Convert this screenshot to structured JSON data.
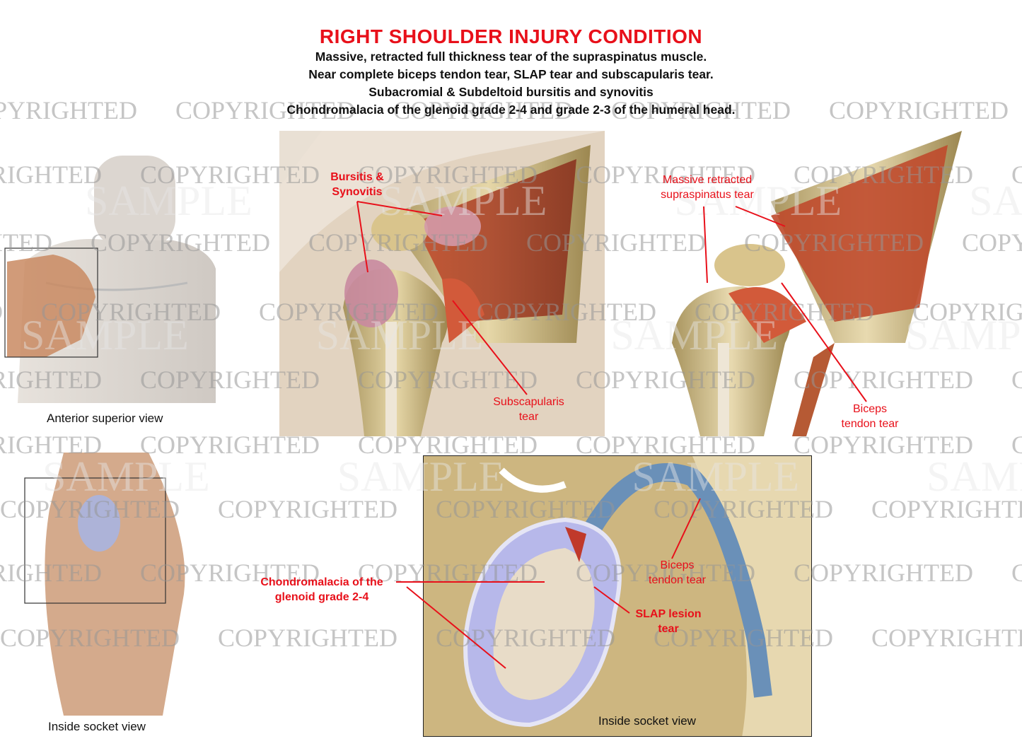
{
  "header": {
    "title": "RIGHT SHOULDER INJURY CONDITION",
    "lines": [
      "Massive, retracted full thickness tear of the supraspinatus muscle.",
      "Near complete biceps tendon tear, SLAP tear and subscapularis tear.",
      "Subacromial & Subdeltoid bursitis and synovitis",
      "Chondromalacia of the glenoid grade 2-4 and grade 2-3 of the humeral head."
    ]
  },
  "panels": {
    "anterior_figure": {
      "caption": "Anterior superior view"
    },
    "shoulder_left": {
      "labels": {
        "bursitis": "Bursitis &\nSynovitis",
        "subscapularis": "Subscapularis\ntear"
      }
    },
    "shoulder_right": {
      "labels": {
        "supraspinatus": "Massive retracted\nsupraspinatus tear",
        "biceps": "Biceps\ntendon tear"
      }
    },
    "arm_figure": {
      "caption": "Inside socket view"
    },
    "socket": {
      "caption": "Inside socket view",
      "labels": {
        "chondromalacia": "Chondromalacia of the\nglenoid grade 2-4",
        "biceps": "Biceps\ntendon tear",
        "slap": "SLAP lesion\ntear"
      }
    }
  },
  "watermark": {
    "copyright": "COPYRIGHTED",
    "sample": "SAMPLE"
  },
  "colors": {
    "label_red": "#e8101a"
  }
}
